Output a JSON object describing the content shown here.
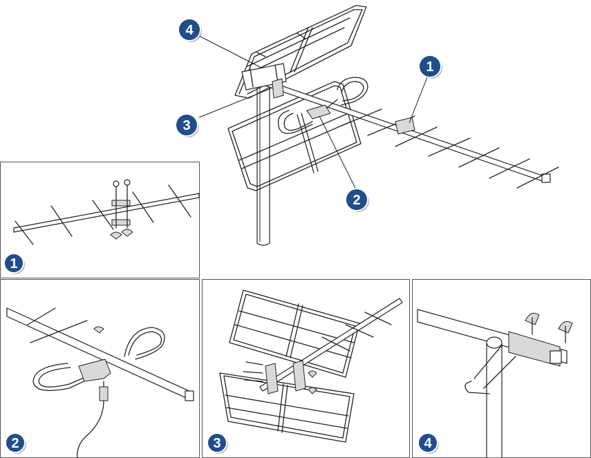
{
  "callouts": {
    "c1": "1",
    "c2": "2",
    "c3": "3",
    "c4": "4"
  },
  "panels": {
    "p1": "1",
    "p2": "2",
    "p3": "3",
    "p4": "4"
  },
  "colors": {
    "badge": "#1f4e8c",
    "line": "#222222",
    "panel_border": "#555555"
  }
}
